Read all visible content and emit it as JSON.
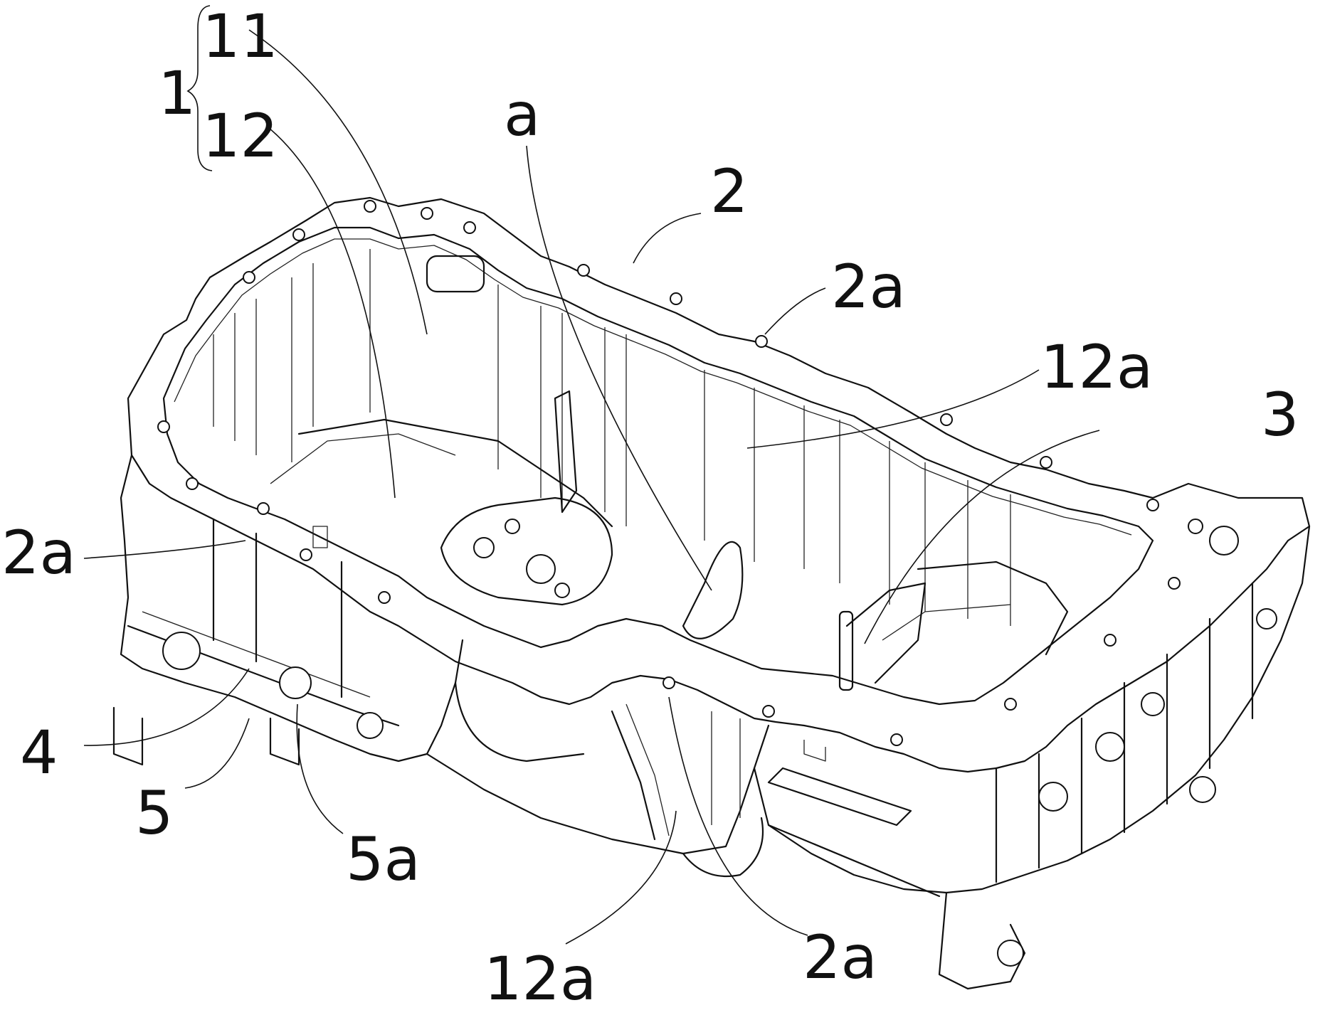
{
  "figure": {
    "type": "patent drawing",
    "subject": "oil pan assembly, perspective view",
    "line_color": "#111111",
    "background": "#ffffff"
  },
  "labels": {
    "l1": "1",
    "l11": "11",
    "l12": "12",
    "la": "a",
    "l2": "2",
    "l2a_top": "2a",
    "l12a_top": "12a",
    "l3": "3",
    "l2a_left": "2a",
    "l4": "4",
    "l5": "5",
    "l5a": "5a",
    "l12a_bottom": "12a",
    "l2a_bottom": "2a"
  }
}
